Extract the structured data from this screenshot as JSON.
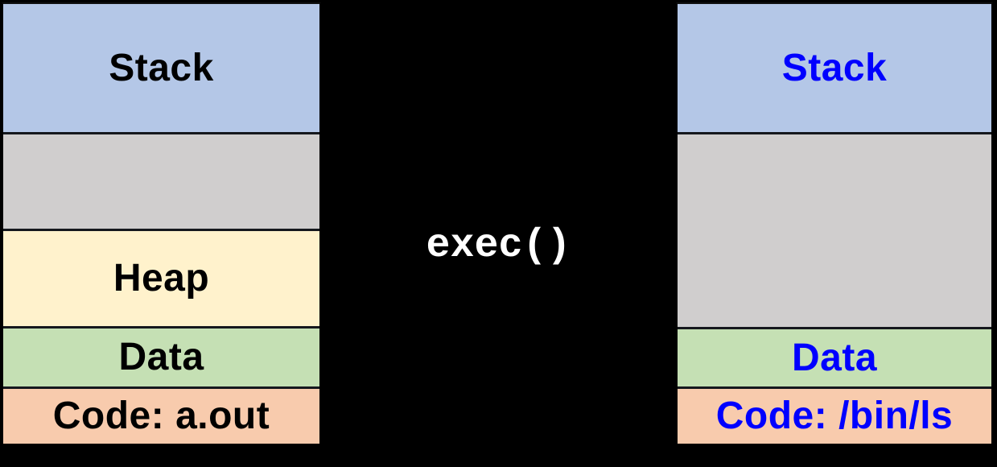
{
  "page": {
    "background": "#000000"
  },
  "transition": {
    "label": "exec()",
    "color": "#ffffff"
  },
  "before": {
    "description": "process address space before exec (program a.out)",
    "segments": [
      {
        "id": "stack",
        "label": "Stack",
        "bg": "#b4c7e7",
        "fg": "#000000"
      },
      {
        "id": "unused",
        "label": "",
        "bg": "#d0cece",
        "fg": "#000000"
      },
      {
        "id": "heap",
        "label": "Heap",
        "bg": "#fff2cc",
        "fg": "#000000"
      },
      {
        "id": "data",
        "label": "Data",
        "bg": "#c5e0b4",
        "fg": "#000000"
      },
      {
        "id": "code",
        "label": "Code: a.out",
        "bg": "#f8cbad",
        "fg": "#000000"
      }
    ]
  },
  "after": {
    "description": "process address space after exec (program /bin/ls)",
    "segments": [
      {
        "id": "stack",
        "label": "Stack",
        "bg": "#b4c7e7",
        "fg": "#0000ff"
      },
      {
        "id": "unused",
        "label": "",
        "bg": "#d0cece",
        "fg": "#0000ff"
      },
      {
        "id": "data",
        "label": "Data",
        "bg": "#c5e0b4",
        "fg": "#0000ff"
      },
      {
        "id": "code",
        "label": "Code: /bin/ls",
        "bg": "#f8cbad",
        "fg": "#0000ff"
      }
    ]
  }
}
